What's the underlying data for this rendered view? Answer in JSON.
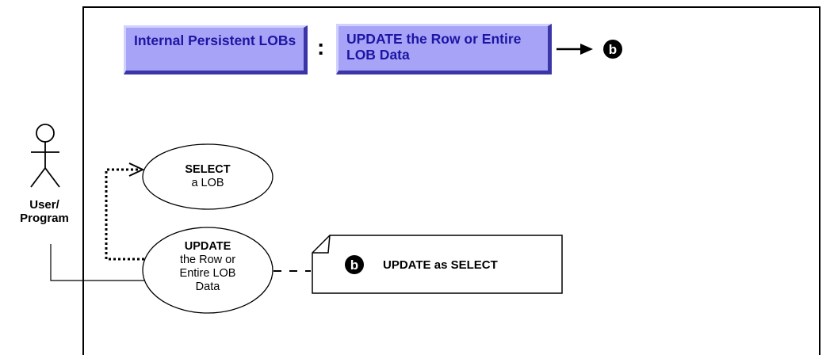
{
  "header": {
    "context_label": "Internal Persistent LOBs",
    "separator": ":",
    "operation_label": "UPDATE the Row or Entire LOB Data",
    "continuation_marker": "b"
  },
  "actor": {
    "label": "User/ Program"
  },
  "use_cases": [
    {
      "title": "SELECT",
      "lines": [
        "a LOB"
      ]
    },
    {
      "title": "UPDATE",
      "lines": [
        "the Row or",
        "Entire LOB",
        "Data"
      ]
    }
  ],
  "note": {
    "marker": "b",
    "text": "UPDATE as SELECT"
  },
  "colors": {
    "box_fill": "#a7a4f7",
    "box_text": "#1d15a3",
    "box_shadow": "#3b36a8"
  }
}
